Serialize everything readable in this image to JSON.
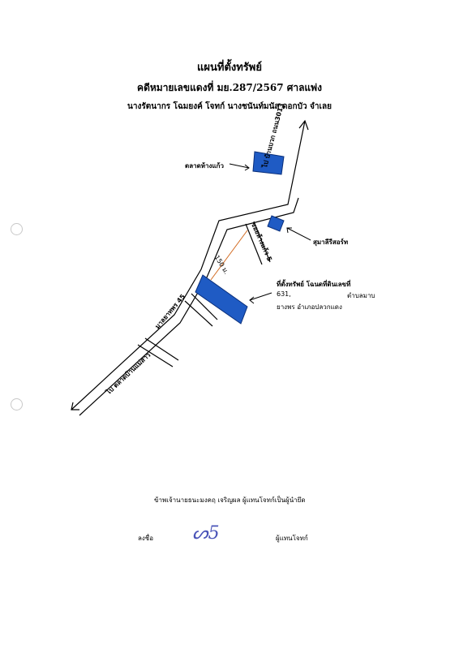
{
  "header": {
    "title": "แผนที่ตั้งทรัพย์",
    "case": "คดีหมายเลขแดงที่ มย.287/2567 ศาลแพ่ง",
    "parties": "นางรัตนากร โฉมยงค์ โจทก์ นางชนันท์มนัส ดอกบัว จำเลย"
  },
  "labels": {
    "market": "ตลาดห้างแก้ว",
    "store": "สุมาลีรีสอร์ท",
    "road_north": "ไป บ้านบวก ถนน3013",
    "soi": "ซอยห้างแก้ว 5",
    "road_south": "ไป ตลาดบ้านแม่สาว",
    "road_south_b": "มาลยาทพร 45",
    "distance": "150 ม.",
    "property_line1": "ที่ตั้งทรัพย์ โฉนดที่ดินเลขที่",
    "property_line2": "631,",
    "property_line3": "ตำบลมาบ",
    "property_line4": "ยางพร  อำเภอปลวกแดง"
  },
  "footer": {
    "statement": "ข้าพเจ้านายธนะมงคฤ เจริญผล ผู้แทนโจทก์เป็นผู้นำยึด",
    "sign_label": "ลงชื่อ",
    "signature": "ᔕ5",
    "role": "ผู้แทนโจทก์"
  },
  "colors": {
    "building": "#1f5bc4",
    "building_border": "#0a2f7a",
    "path": "#d2691e",
    "line": "#000000"
  }
}
